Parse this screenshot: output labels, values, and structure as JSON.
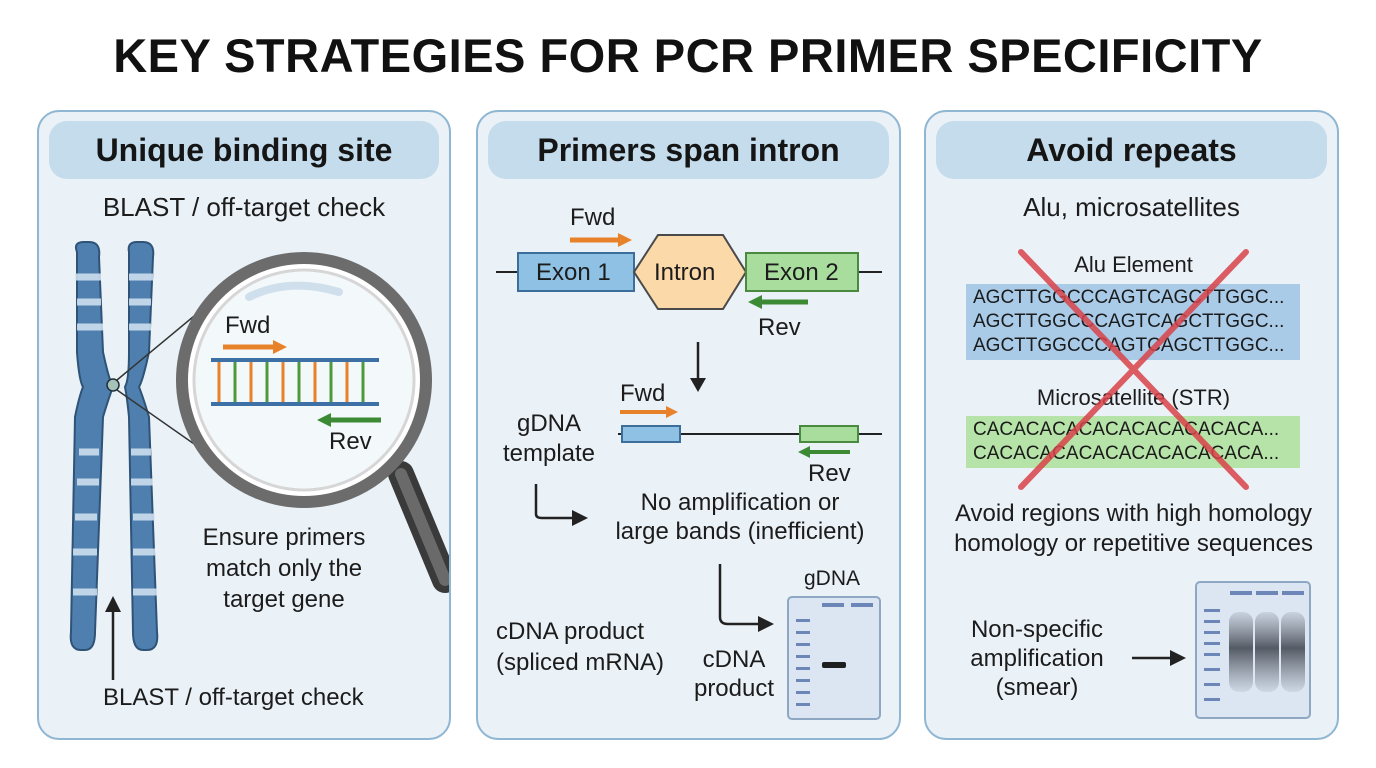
{
  "title": "KEY STRATEGIES FOR PCR PRIMER SPECIFICITY",
  "panels": [
    {
      "header": "Unique binding site",
      "subtitle": "BLAST / off-target check",
      "fwd": "Fwd",
      "rev": "Rev",
      "caption": [
        "Ensure primers",
        "match only the",
        "target gene"
      ],
      "bottom_label": "BLAST / off-target check"
    },
    {
      "header": "Primers span intron",
      "fwd_top": "Fwd",
      "exon1": "Exon 1",
      "intron": "Intron",
      "exon2": "Exon 2",
      "rev_top": "Rev",
      "fwd_mid": "Fwd",
      "gdna_template": [
        "gDNA",
        "template"
      ],
      "rev_mid": "Rev",
      "no_amp": [
        "No amplification or",
        "large bands (inefficient)"
      ],
      "gel_label": "gDNA",
      "cdna_product_left": [
        "cDNA product",
        "(spliced mRNA)"
      ],
      "cdna_product_gel": [
        "cDNA",
        "product"
      ]
    },
    {
      "header": "Avoid repeats",
      "subtitle": "Alu, microsatellites",
      "alu_title": "Alu Element",
      "alu_seqs": [
        "AGCTTGGCCCAGTCAGCTTGGC...",
        "AGCTTGGCCCAGTCAGCTTGGC...",
        "AGCTTGGCCCAGTCAGCTTGGC..."
      ],
      "str_title": "Microsatellite (STR)",
      "str_seqs": [
        "CACACACACACACACACACACA...",
        "CACACACACACACACACACACA..."
      ],
      "avoid_text": [
        "Avoid regions with high homology",
        "homology or repetitive sequences"
      ],
      "smear_label": [
        "Non-specific",
        "amplification",
        "(smear)"
      ]
    }
  ],
  "colors": {
    "panel_bg": "#eaf1f7",
    "panel_border": "#8fb6d2",
    "header_bg": "#c5dcec",
    "fwd_arrow": "#e8822a",
    "rev_arrow": "#3d8a35",
    "exon_fill": "#8ec1e4",
    "intron_fill": "#fcd9a8",
    "exon2_fill": "#a9dd9e",
    "chromosome": "#4f7fae",
    "cross": "#d9434a",
    "alu_bg": "#a9cbe8",
    "str_bg": "#b6e3a8"
  },
  "icons": [
    "chromosome-icon",
    "magnifying-glass-icon",
    "gel-icon",
    "red-x-icon",
    "arrow-icon"
  ]
}
